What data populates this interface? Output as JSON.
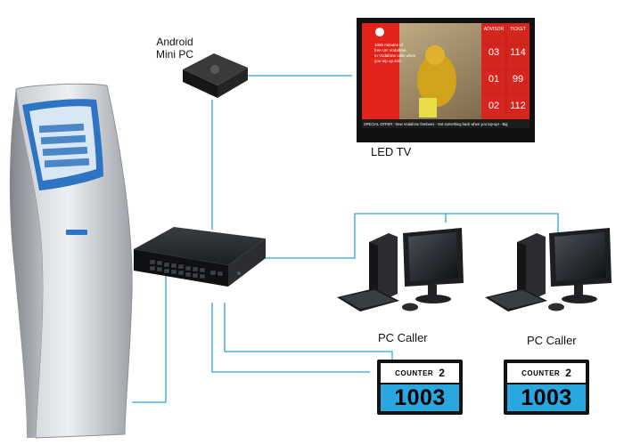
{
  "labels": {
    "android": [
      "Android",
      "Mini PC"
    ],
    "led_tv": "LED TV",
    "pc_caller_1": "PC Caller",
    "pc_caller_2": "PC Caller"
  },
  "tv": {
    "promo_text": [
      "1000 minutes of",
      "free UK Vodafone",
      "to Vodafone calls when",
      "you top up £10"
    ],
    "table_headers": [
      "ADVISOR",
      "TICKET"
    ],
    "rows": [
      {
        "advisor": "03",
        "ticket": "114"
      },
      {
        "advisor": "01",
        "ticket": "99"
      },
      {
        "advisor": "02",
        "ticket": "112"
      }
    ],
    "ticker": "SPECIAL OFFER : New Vodafone freebees - Get something back when you top-up! - Big"
  },
  "counters": [
    {
      "word": "COUNTER",
      "number": "2",
      "ticket": "1003"
    },
    {
      "word": "COUNTER",
      "number": "2",
      "ticket": "1003"
    }
  ],
  "colors": {
    "cable": "#2ba3dc",
    "counter_blue": "#29a8e0",
    "tv_red": "#e2231a"
  }
}
